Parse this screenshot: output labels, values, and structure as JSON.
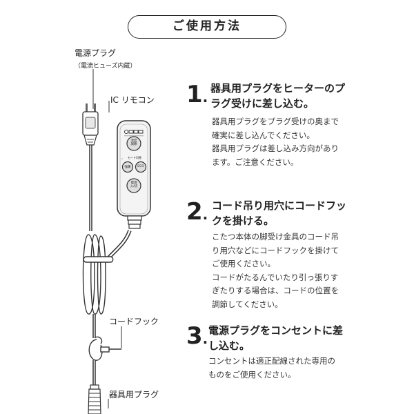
{
  "title": "ご使用方法",
  "labels": {
    "power_plug": "電源プラグ",
    "power_plug_note": "（電流ヒューズ内蔵）",
    "ic_remote": "IC リモコン",
    "cord_hook": "コードフック",
    "appliance_plug": "器具用プラグ"
  },
  "remote": {
    "btn_temp": "温度\n調節",
    "mode_label": "モード切替",
    "btn_strong": "強暖",
    "btn_eco": "ECO",
    "btn_power": "電源\n入/切"
  },
  "steps": [
    {
      "number": "1",
      "heading": [
        "器具用プラグをヒーターのプ",
        "ラグ受けに差し込む。"
      ],
      "body": [
        "器具用プラグをプラグ受けの奥まで",
        "確実に差し込んでください。",
        "器具用プラグは差し込み方向があり",
        "ます。ご注意ください。"
      ]
    },
    {
      "number": "2",
      "heading": [
        "コード吊り用穴にコードフッ",
        "クを掛ける。"
      ],
      "body": [
        "こたつ本体の脚受け金具のコード吊",
        "り用穴などにコードフックを掛けて",
        "ご使用ください。",
        "コードがたるんでいたり引っ張りす",
        "ぎたりする場合は、コードの位置を",
        "調節してください。"
      ]
    },
    {
      "number": "3",
      "heading": [
        "電源プラグをコンセントに差",
        "し込む。"
      ],
      "body": [
        "コンセントは適正配線された専用の",
        "ものをご使用ください。"
      ]
    }
  ]
}
